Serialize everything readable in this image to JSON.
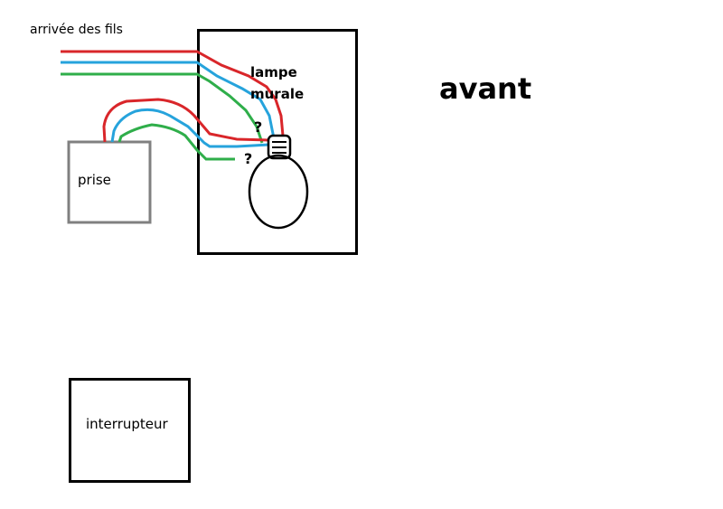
{
  "labels": {
    "incoming_wires": "arrivée des fils",
    "lamp_line1": "lampe",
    "lamp_line2": "murale",
    "question_1": "?",
    "question_2": "?",
    "title": "avant",
    "socket": "prise",
    "switch": "interrupteur"
  },
  "colors": {
    "red_wire": "#d9262a",
    "blue_wire": "#26a3dc",
    "green_wire": "#2fae4a",
    "lamp_box": "#000000",
    "socket_box": "#808080",
    "switch_box": "#000000"
  }
}
